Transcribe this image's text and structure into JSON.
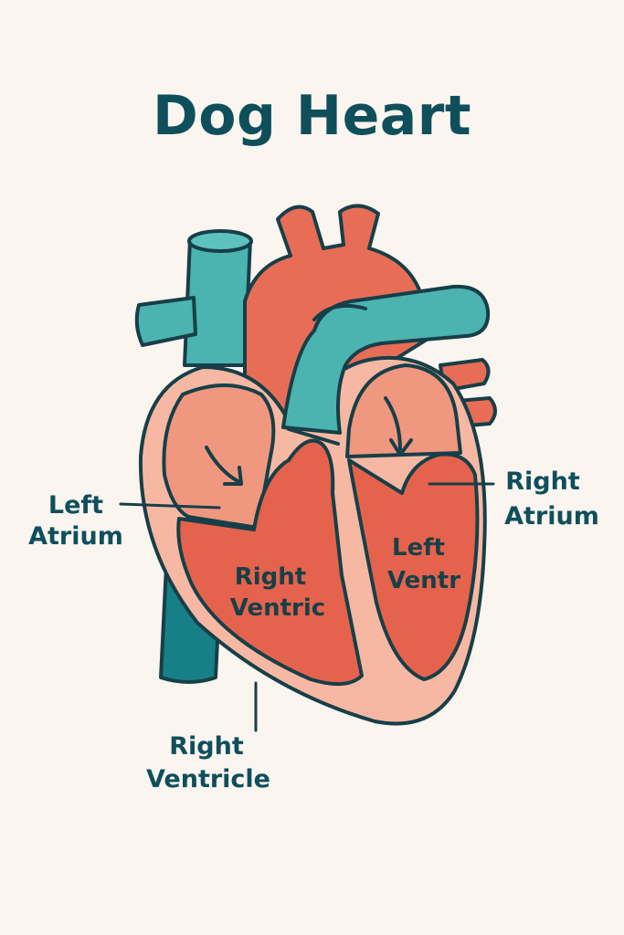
{
  "title": "Dog Heart",
  "labels": {
    "left_atrium": [
      "Left",
      "Atrium"
    ],
    "right_atrium": [
      "Right",
      "Atrium"
    ],
    "right_ventricle_outer": [
      "Right",
      "Ventricle"
    ],
    "right_ventricle_inner": [
      "Right",
      "Ventric"
    ],
    "left_ventricle_inner": [
      "Left",
      "Ventr"
    ]
  },
  "colors": {
    "background": "#faf5ef",
    "outline": "#173f48",
    "text": "#0f4f5c",
    "vessel_teal": "#4bb3b0",
    "vessel_teal_dark": "#177f86",
    "aorta_red": "#e86d56",
    "chamber_red": "#e5634c",
    "atrium_pink": "#f0977f",
    "outer_pink": "#f6b8a3"
  }
}
